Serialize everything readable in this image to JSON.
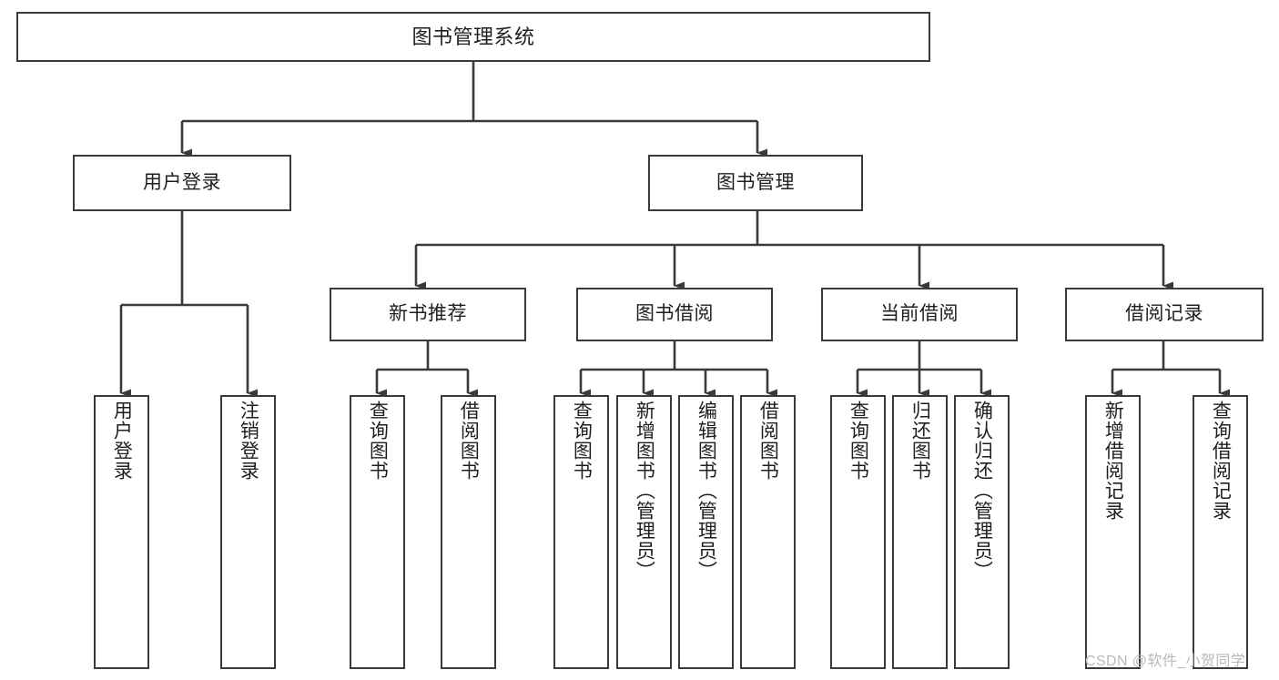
{
  "diagram": {
    "type": "tree-hierarchy",
    "title": "图书管理系统",
    "colors": {
      "box_border": "#3a3a3a",
      "box_fill": "#ffffff",
      "connector": "#3a3a3a",
      "text": "#1f1f1f",
      "watermark": "#b9b9b9",
      "background": "#ffffff"
    },
    "root": {
      "label": "图书管理系统"
    },
    "level2": [
      {
        "label": "用户登录"
      },
      {
        "label": "图书管理"
      }
    ],
    "level3": [
      {
        "label": "新书推荐"
      },
      {
        "label": "图书借阅"
      },
      {
        "label": "当前借阅"
      },
      {
        "label": "借阅记录"
      }
    ],
    "leaves": {
      "user_login": [
        {
          "label": "用户登录"
        },
        {
          "label": "注销登录"
        }
      ],
      "new_book": [
        {
          "label": "查询图书"
        },
        {
          "label": "借阅图书"
        }
      ],
      "book_borrow": [
        {
          "label": "查询图书"
        },
        {
          "label": "新增图书（管理员）"
        },
        {
          "label": "编辑图书（管理员）"
        },
        {
          "label": "借阅图书"
        }
      ],
      "current_borrow": [
        {
          "label": "查询图书"
        },
        {
          "label": "归还图书"
        },
        {
          "label": "确认归还（管理员）"
        }
      ],
      "borrow_record": [
        {
          "label": "新增借阅记录"
        },
        {
          "label": "查询借阅记录"
        }
      ]
    }
  },
  "watermark": {
    "text": "CSDN @软件_小贺同学"
  }
}
